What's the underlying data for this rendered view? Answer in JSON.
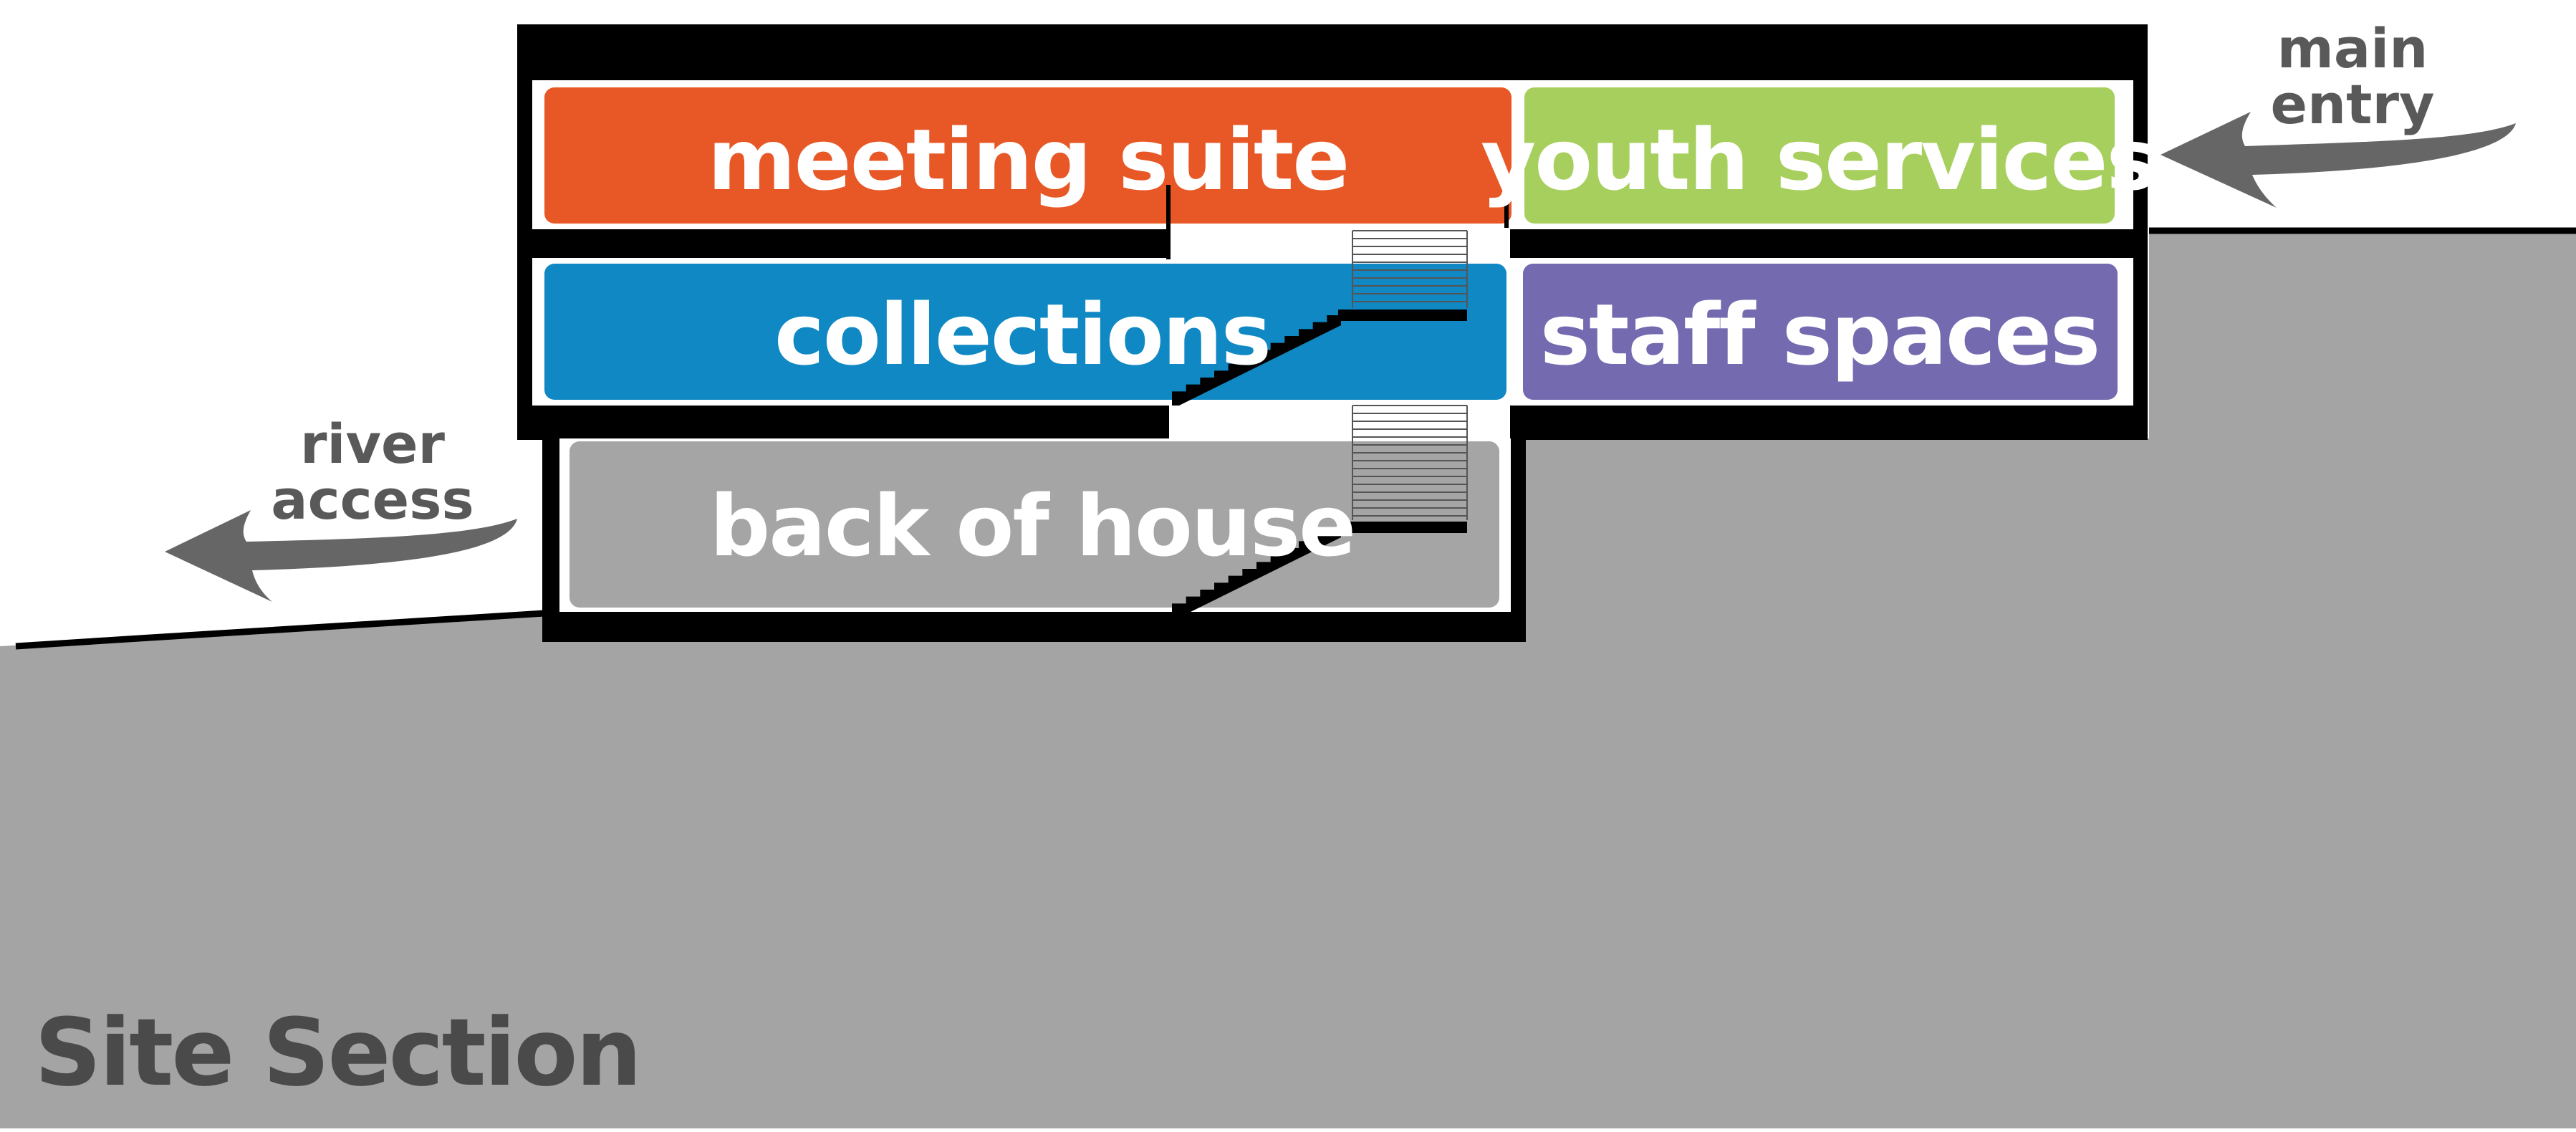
{
  "title": "Site Section",
  "rooms": {
    "meeting_suite": {
      "label": "meeting suite",
      "color": "#e85726"
    },
    "youth_services": {
      "label": "youth services",
      "color": "#a7cf5e"
    },
    "collections": {
      "label": "collections",
      "color": "#0f88c3"
    },
    "staff_spaces": {
      "label": "staff spaces",
      "color": "#736aaf"
    },
    "back_of_house": {
      "label": "back of house",
      "color": "#a5a5a5"
    }
  },
  "annotations": {
    "main_entry": [
      "main",
      "entry"
    ],
    "river_access": [
      "river",
      "access"
    ]
  },
  "colors": {
    "ground": "#a4a4a4",
    "structure": "#000000",
    "arrow": "#666666",
    "annotation_text": "#595959",
    "title_text": "#4a4a4a"
  }
}
